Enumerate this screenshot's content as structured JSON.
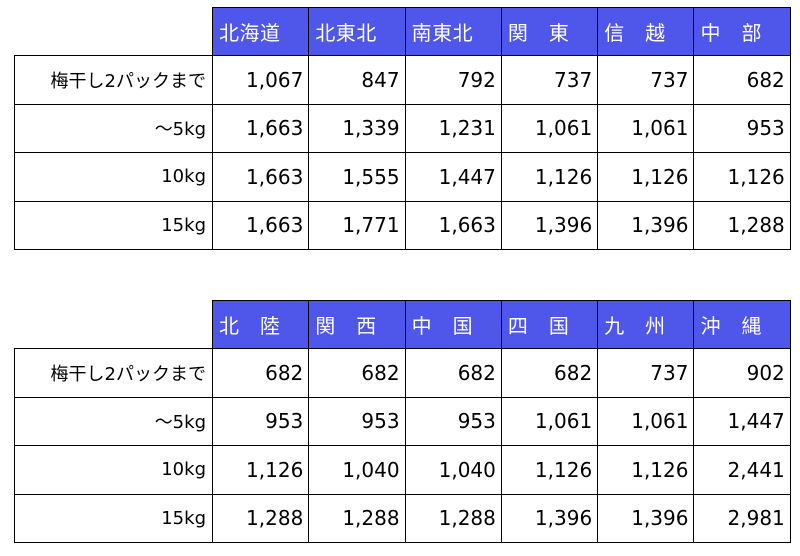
{
  "colors": {
    "header_bg": "#4f56ea",
    "header_text": "#ffffff",
    "border": "#000000"
  },
  "table_top": {
    "regions": [
      "北海道",
      "北東北",
      "南東北",
      "関　東",
      "信　越",
      "中　部"
    ],
    "rows": [
      {
        "label": "梅干し2パックまで",
        "values": [
          "1,067",
          "847",
          "792",
          "737",
          "737",
          "682"
        ]
      },
      {
        "label": "～5kg",
        "values": [
          "1,663",
          "1,339",
          "1,231",
          "1,061",
          "1,061",
          "953"
        ]
      },
      {
        "label": "10kg",
        "values": [
          "1,663",
          "1,555",
          "1,447",
          "1,126",
          "1,126",
          "1,126"
        ]
      },
      {
        "label": "15kg",
        "values": [
          "1,663",
          "1,771",
          "1,663",
          "1,396",
          "1,396",
          "1,288"
        ]
      }
    ]
  },
  "table_bottom": {
    "regions": [
      "北　陸",
      "関　西",
      "中　国",
      "四　国",
      "九　州",
      "沖　縄"
    ],
    "rows": [
      {
        "label": "梅干し2パックまで",
        "values": [
          "682",
          "682",
          "682",
          "682",
          "737",
          "902"
        ]
      },
      {
        "label": "～5kg",
        "values": [
          "953",
          "953",
          "953",
          "1,061",
          "1,061",
          "1,447"
        ]
      },
      {
        "label": "10kg",
        "values": [
          "1,126",
          "1,040",
          "1,040",
          "1,126",
          "1,126",
          "2,441"
        ]
      },
      {
        "label": "15kg",
        "values": [
          "1,288",
          "1,288",
          "1,288",
          "1,396",
          "1,396",
          "2,981"
        ]
      }
    ]
  }
}
